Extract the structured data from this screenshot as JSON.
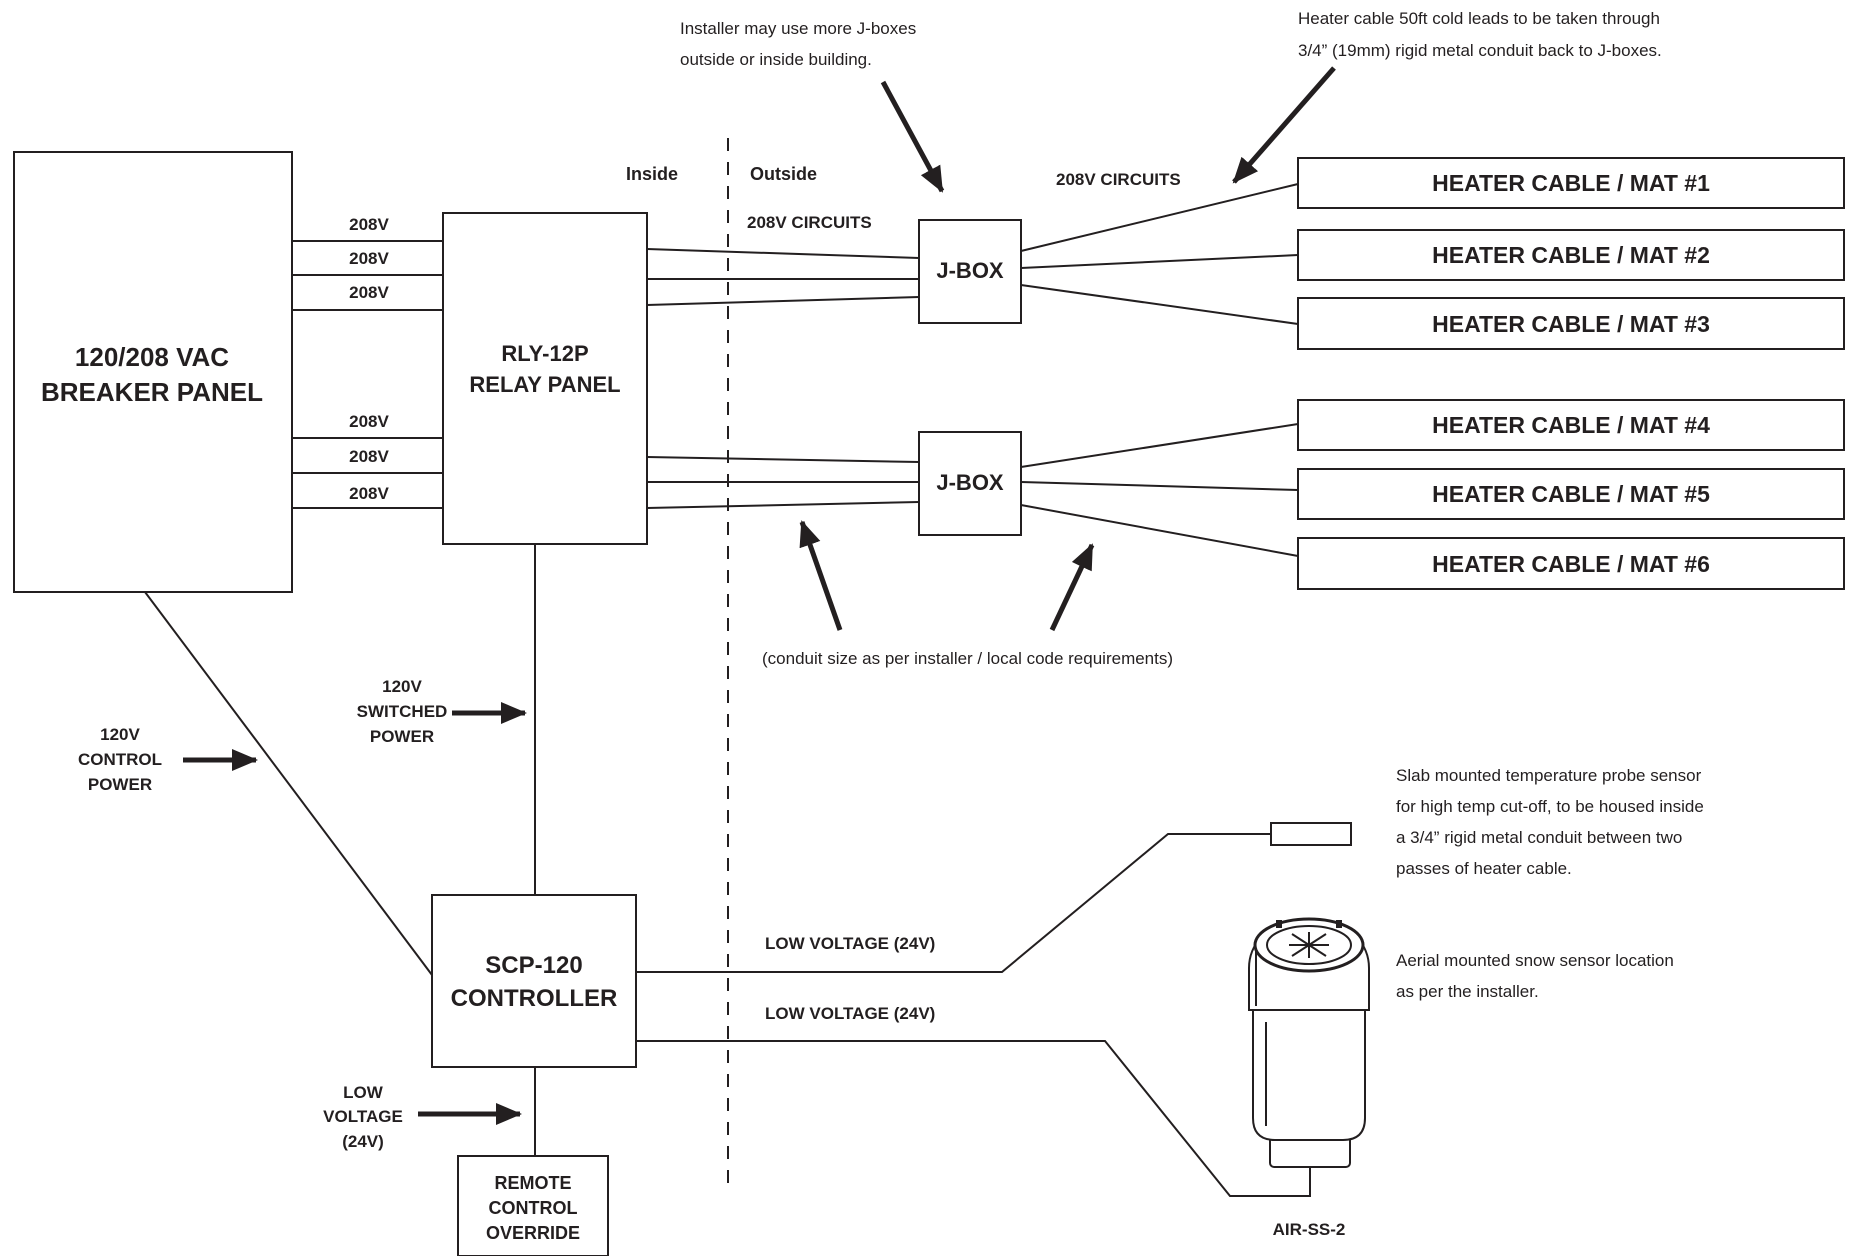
{
  "top_notes": {
    "installer_line1": "Installer may use more J-boxes",
    "installer_line2": "outside or inside building.",
    "heater_line1": "Heater cable 50ft cold leads to be taken through",
    "heater_line2": "3/4” (19mm) rigid metal conduit back to J-boxes."
  },
  "zones": {
    "inside": "Inside",
    "outside": "Outside"
  },
  "breaker_panel": {
    "line1": "120/208 VAC",
    "line2": "BREAKER PANEL"
  },
  "relay_panel": {
    "line1": "RLY-12P",
    "line2": "RELAY PANEL"
  },
  "feeds": [
    "208V",
    "208V",
    "208V",
    "208V",
    "208V",
    "208V"
  ],
  "circuits": {
    "outside_label": "208V CIRCUITS",
    "heater_label": "208V CIRCUITS"
  },
  "jboxes": [
    "J-BOX",
    "J-BOX"
  ],
  "heaters": [
    "HEATER CABLE / MAT  #1",
    "HEATER CABLE / MAT  #2",
    "HEATER CABLE / MAT #3",
    "HEATER CABLE / MAT  #4",
    "HEATER CABLE / MAT  #5",
    "HEATER CABLE / MAT  #6"
  ],
  "conduit_note": "(conduit size as per installer / local code requirements)",
  "switched_power": {
    "line1": "120V",
    "line2": "SWITCHED",
    "line3": "POWER"
  },
  "control_power": {
    "line1": "120V",
    "line2": "CONTROL",
    "line3": "POWER"
  },
  "controller": {
    "line1": "SCP-120",
    "line2": "CONTROLLER"
  },
  "low_voltage_left": {
    "line1": "LOW",
    "line2": "VOLTAGE",
    "line3": "(24V)"
  },
  "remote": {
    "line1": "REMOTE",
    "line2": "CONTROL",
    "line3": "OVERRIDE"
  },
  "low_voltage_runs": [
    "LOW VOLTAGE (24V)",
    "LOW VOLTAGE (24V)"
  ],
  "slab_note": {
    "line1": "Slab mounted temperature probe sensor",
    "line2": "for high temp cut-off, to be housed inside",
    "line3": "a 3/4” rigid metal conduit between two",
    "line4": "passes of heater cable."
  },
  "aerial_note": {
    "line1": "Aerial mounted snow sensor location",
    "line2": "as per the installer."
  },
  "snow_sensor": {
    "model": "AIR-SS-2"
  }
}
